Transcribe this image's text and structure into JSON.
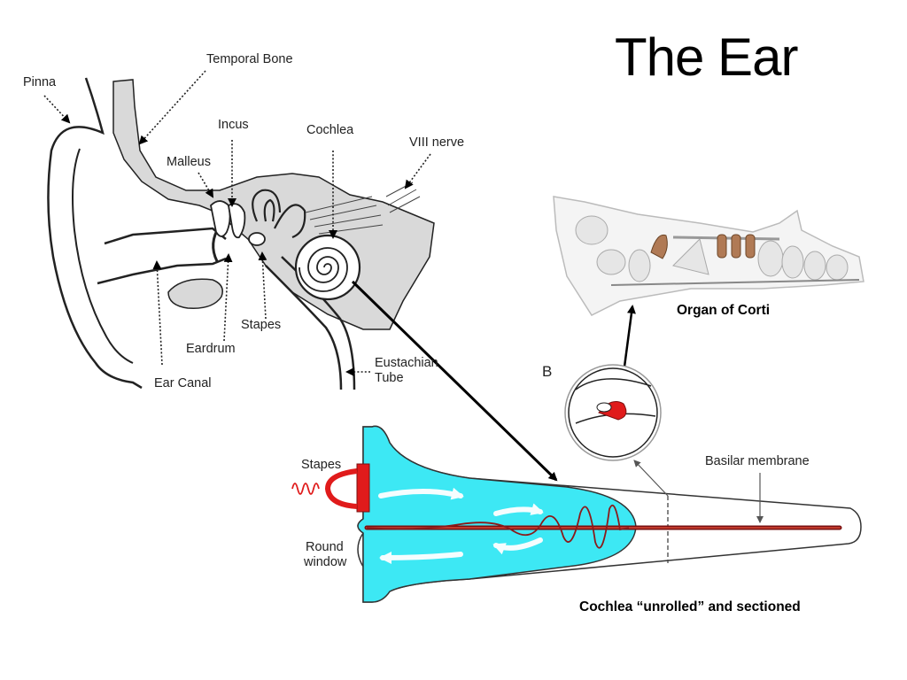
{
  "title": "The Ear",
  "ear_labels": {
    "pinna": "Pinna",
    "temporal_bone": "Temporal Bone",
    "incus": "Incus",
    "cochlea": "Cochlea",
    "viii_nerve": "VIII nerve",
    "malleus": "Malleus",
    "stapes": "Stapes",
    "eardrum": "Eardrum",
    "ear_canal": "Ear Canal",
    "eustachian_line1": "Eustachian",
    "eustachian_line2": "Tube"
  },
  "corti": {
    "caption": "Organ of Corti"
  },
  "cross_section": {
    "panel_letter": "B"
  },
  "unrolled": {
    "stapes_label": "Stapes",
    "round_window_line1": "Round",
    "round_window_line2": "window",
    "basilar_label": "Basilar membrane",
    "caption": "Cochlea “unrolled” and sectioned"
  },
  "colors": {
    "bone_gray": "#d9d9d9",
    "fluid_cyan": "#3de8f4",
    "stapes_red": "#e01b1b",
    "membrane_dark_red": "#7a1010",
    "hair_cell_brown": "#b07a55"
  }
}
